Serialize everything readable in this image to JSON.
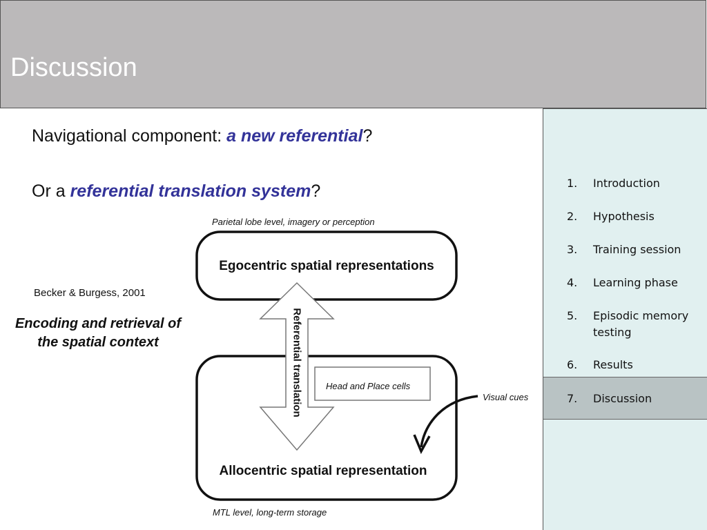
{
  "header": {
    "title": "Discussion"
  },
  "main": {
    "line1": {
      "prefix": "Navigational component: ",
      "highlight": "a new referential",
      "suffix": "?"
    },
    "line2": {
      "prefix": "Or a ",
      "highlight": "referential translation system",
      "suffix": "?"
    },
    "citation": "Becker & Burgess, 2001",
    "encoding": "Encoding and retrieval of the spatial context"
  },
  "diagram": {
    "top_caption": "Parietal lobe level, imagery or perception",
    "ego_label": "Egocentric spatial representations",
    "translation_label": "Referential translation",
    "cells_label": "Head and Place cells",
    "visual_cues": "Visual cues",
    "allo_label": "Allocentric spatial representation",
    "bottom_caption": "MTL level, long-term storage"
  },
  "sidebar": {
    "items": [
      {
        "num": "1.",
        "label": "Introduction"
      },
      {
        "num": "2.",
        "label": "Hypothesis"
      },
      {
        "num": "3.",
        "label": "Training session"
      },
      {
        "num": "4.",
        "label": "Learning phase"
      },
      {
        "num": "5.",
        "label": "Episodic memory testing"
      },
      {
        "num": "6.",
        "label": "Results"
      },
      {
        "num": "7.",
        "label": "Discussion"
      }
    ],
    "active_index": 6
  }
}
